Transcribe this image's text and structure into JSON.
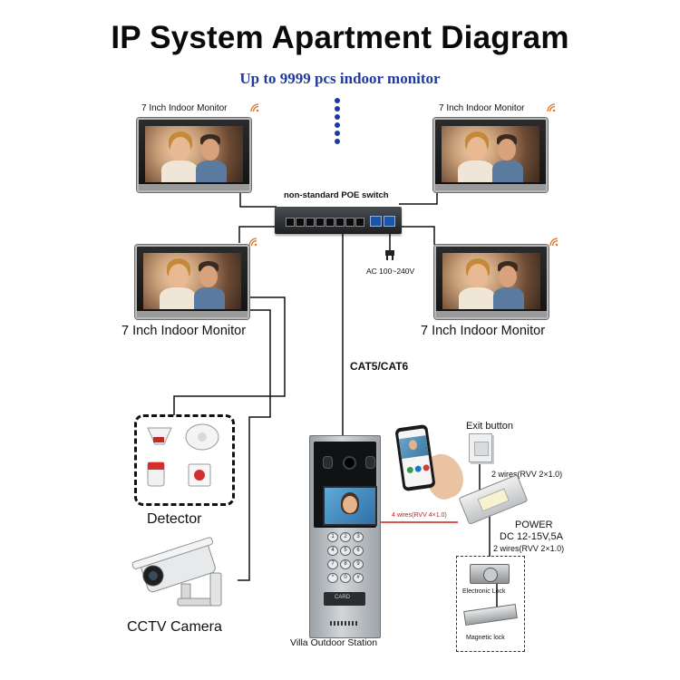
{
  "title": "IP System Apartment Diagram",
  "subtitle": "Up to 9999 pcs indoor monitor",
  "monitors": {
    "top_left_label": "7 Inch Indoor Monitor",
    "top_right_label": "7 Inch Indoor Monitor",
    "mid_left_label": "7 Inch Indoor Monitor",
    "mid_right_label": "7 Inch Indoor Monitor"
  },
  "switch": {
    "label": "non-standard POE switch",
    "power_label": "AC 100~240V"
  },
  "cable": {
    "label": "CAT5/CAT6"
  },
  "detector": {
    "label": "Detector"
  },
  "cctv": {
    "label": "CCTV Camera"
  },
  "station": {
    "label": "Villa Outdoor Station",
    "card_label": "CARD",
    "keys": [
      "1",
      "2",
      "3",
      "4",
      "5",
      "6",
      "7",
      "8",
      "9",
      "*",
      "0",
      "#"
    ]
  },
  "exit_button": {
    "label": "Exit button",
    "wires": "2 wires(RVV 2×1.0)"
  },
  "power": {
    "label_1": "POWER",
    "label_2": "DC 12-15V,5A",
    "wires_out": "2 wires(RVV 2×1.0)",
    "wires_station": "4 wires(RVV 4×1.0)"
  },
  "locks": {
    "electronic": "Electronic Lock",
    "magnetic": "Magnetic lock"
  },
  "colors": {
    "subtitle": "#1f3a9c",
    "wifi": "#e07020",
    "station_wire": "#d11a1a"
  }
}
